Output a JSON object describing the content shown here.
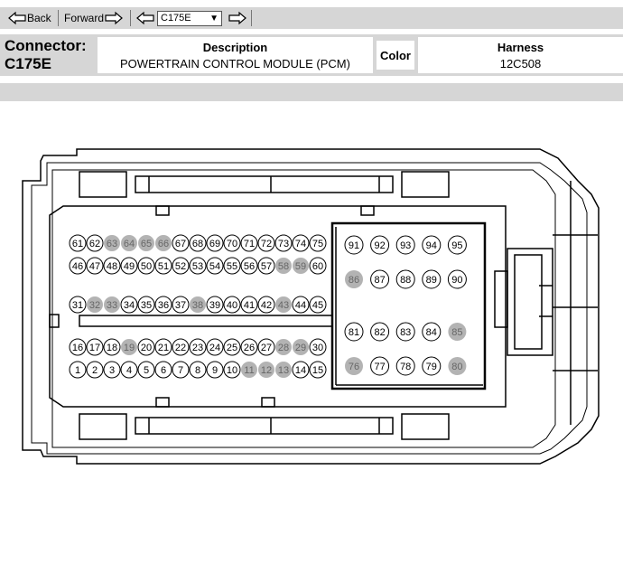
{
  "toolbar": {
    "back_label": "Back",
    "forward_label": "Forward",
    "connector_select_value": "C175E"
  },
  "info": {
    "connector_label": "Connector:",
    "connector_id": "C175E",
    "description_header": "Description",
    "description_value": "POWERTRAIN CONTROL MODULE (PCM)",
    "color_header": "Color",
    "harness_header": "Harness",
    "harness_value": "12C508"
  },
  "pins": {
    "populated_color": "#ffffff",
    "unused_color": "#b3b3b3",
    "left_rows": [
      {
        "numbers": [
          61,
          62,
          63,
          64,
          65,
          66,
          67,
          68,
          69,
          70,
          71,
          72,
          73,
          74,
          75
        ],
        "unused": [
          63,
          64,
          65,
          66
        ]
      },
      {
        "numbers": [
          46,
          47,
          48,
          49,
          50,
          51,
          52,
          53,
          54,
          55,
          56,
          57,
          58,
          59,
          60
        ],
        "unused": [
          58,
          59
        ]
      },
      {
        "numbers": [
          31,
          32,
          33,
          34,
          35,
          36,
          37,
          38,
          39,
          40,
          41,
          42,
          43,
          44,
          45
        ],
        "unused": [
          32,
          33,
          38,
          43
        ]
      },
      {
        "numbers": [
          16,
          17,
          18,
          19,
          20,
          21,
          22,
          23,
          24,
          25,
          26,
          27,
          28,
          29,
          30
        ],
        "unused": [
          19,
          28,
          29
        ]
      },
      {
        "numbers": [
          1,
          2,
          3,
          4,
          5,
          6,
          7,
          8,
          9,
          10,
          11,
          12,
          13,
          14,
          15
        ],
        "unused": [
          11,
          12,
          13
        ]
      }
    ],
    "right_rows": [
      {
        "numbers": [
          91,
          92,
          93,
          94,
          95
        ],
        "unused": []
      },
      {
        "numbers": [
          86,
          87,
          88,
          89,
          90
        ],
        "unused": [
          86
        ]
      },
      {
        "numbers": [
          81,
          82,
          83,
          84,
          85
        ],
        "unused": [
          85
        ]
      },
      {
        "numbers": [
          76,
          77,
          78,
          79,
          80
        ],
        "unused": [
          76,
          80
        ]
      }
    ]
  }
}
